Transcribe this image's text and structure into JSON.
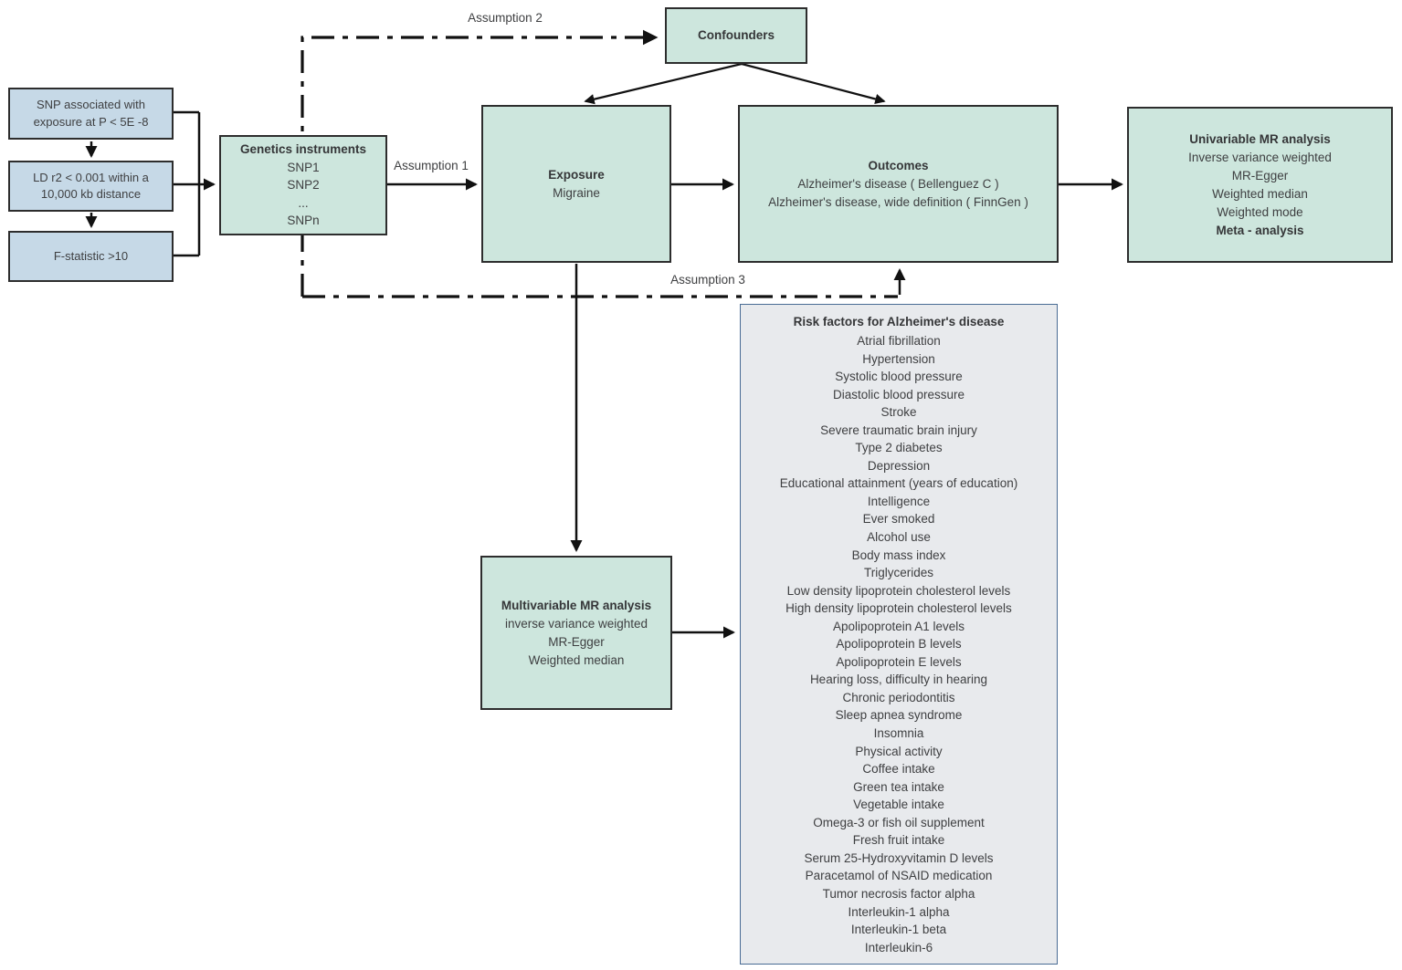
{
  "colors": {
    "green_box_fill": "#cde6dd",
    "blue_box_fill": "#c6d9e7",
    "box_border": "#2d2d2d",
    "risk_panel_fill": "#e8eaed",
    "risk_panel_border": "#4a6c94",
    "connector_line": "#111111",
    "text": "#3e3f41"
  },
  "labels": {
    "assumption1": "Assumption 1",
    "assumption2": "Assumption 2",
    "assumption3": "Assumption 3"
  },
  "snp_selection": {
    "box1_lines": [
      "SNP associated with",
      "exposure at P < 5E -8"
    ],
    "box2_lines": [
      "LD r2 < 0.001 within a",
      "10,000 kb distance"
    ],
    "box3_lines": [
      "F-statistic >10"
    ]
  },
  "genetics": {
    "title": "Genetics instruments",
    "lines": [
      "SNP1",
      "SNP2",
      "...",
      "SNPn"
    ]
  },
  "confounders": {
    "title": "Confounders"
  },
  "exposure": {
    "title": "Exposure",
    "lines": [
      "Migraine"
    ]
  },
  "outcomes": {
    "title": "Outcomes",
    "lines": [
      "Alzheimer's disease ( Bellenguez C )",
      "Alzheimer's disease, wide definition ( FinnGen )"
    ]
  },
  "univariable": {
    "title": "Univariable MR analysis",
    "lines": [
      "Inverse variance weighted",
      "MR-Egger",
      "Weighted median",
      "Weighted mode"
    ],
    "footer": "Meta - analysis"
  },
  "multivariable": {
    "title": "Multivariable MR analysis",
    "lines": [
      "inverse variance weighted",
      "MR-Egger",
      "Weighted median"
    ]
  },
  "risk_factors": {
    "title": "Risk factors for Alzheimer's disease",
    "items": [
      "Atrial fibrillation",
      "Hypertension",
      "Systolic blood pressure",
      "Diastolic blood pressure",
      "Stroke",
      "Severe traumatic brain injury",
      "Type 2 diabetes",
      "Depression",
      "Educational attainment (years of education)",
      "Intelligence",
      "Ever smoked",
      "Alcohol use",
      "Body mass index",
      "Triglycerides",
      "Low density lipoprotein cholesterol levels",
      "High density lipoprotein cholesterol levels",
      "Apolipoprotein A1 levels",
      "Apolipoprotein B levels",
      "Apolipoprotein E levels",
      "Hearing loss, difficulty in hearing",
      "Chronic periodontitis",
      "Sleep apnea syndrome",
      "Insomnia",
      "Physical activity",
      "Coffee intake",
      "Green tea intake",
      "Vegetable intake",
      "Omega-3 or fish oil supplement",
      "Fresh fruit intake",
      "Serum 25-Hydroxyvitamin D levels",
      "Paracetamol of NSAID medication",
      "Tumor necrosis factor alpha",
      "Interleukin-1 alpha",
      "Interleukin-1 beta",
      "Interleukin-6"
    ]
  }
}
